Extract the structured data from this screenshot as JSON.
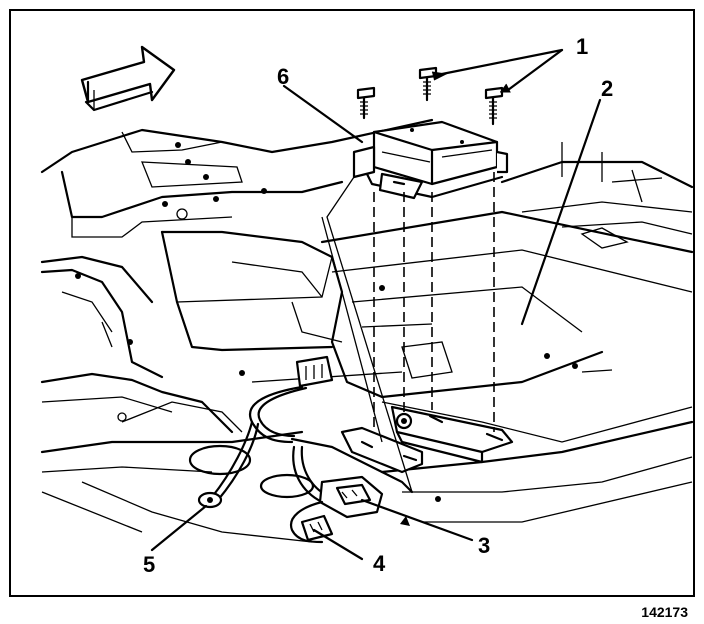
{
  "figure": {
    "id_label": "142173"
  },
  "callouts": [
    {
      "number": "1"
    },
    {
      "number": "2"
    },
    {
      "number": "3"
    },
    {
      "number": "4"
    },
    {
      "number": "5"
    },
    {
      "number": "6"
    }
  ],
  "icons": {
    "arrow": "front-direction-arrow-icon",
    "fastener": "bolt-icon"
  }
}
